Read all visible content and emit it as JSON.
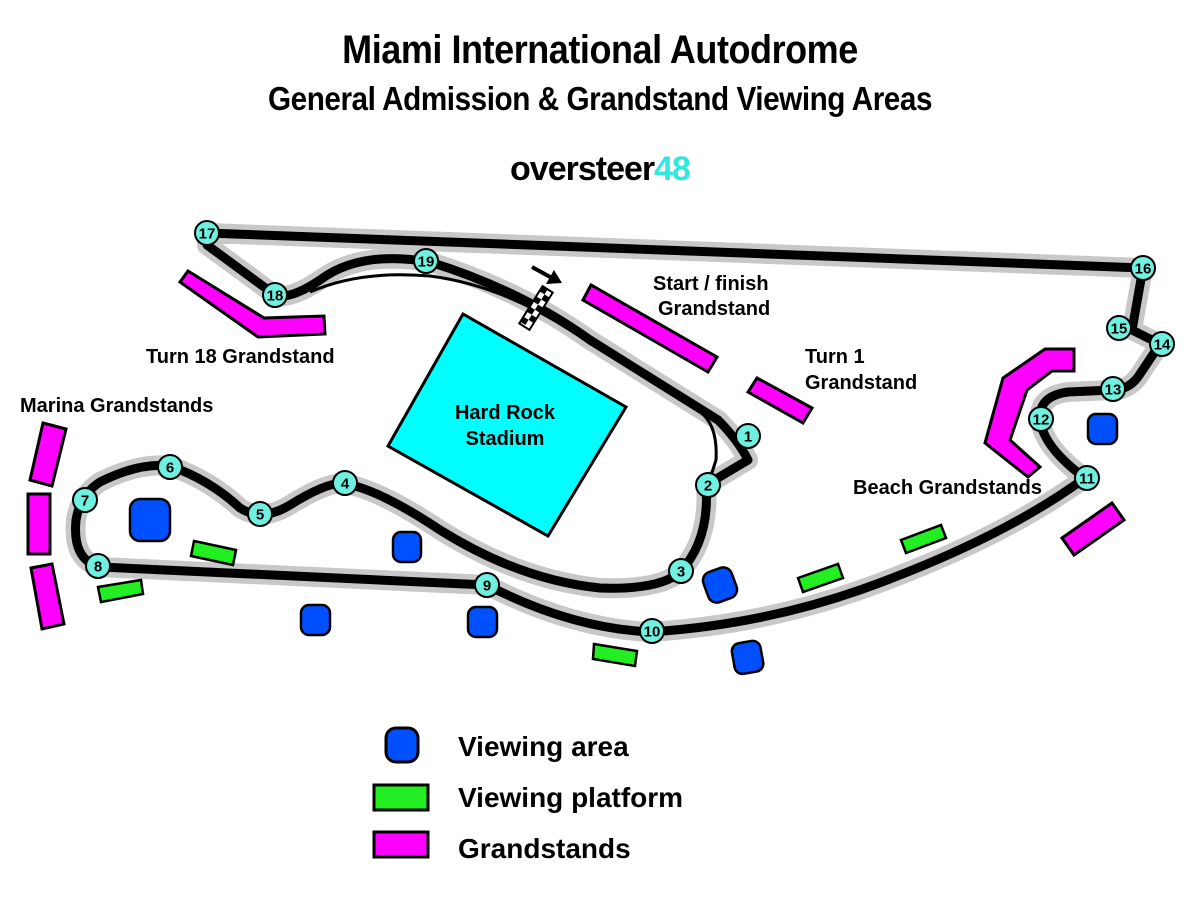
{
  "header": {
    "title": "Miami International Autodrome",
    "subtitle": "General Admission & Grandstand Viewing Areas",
    "logo_text": "oversteer",
    "logo_accent": "48"
  },
  "colors": {
    "track": "#000000",
    "track_runoff": "#c8c8c8",
    "turn_marker": "#6ff0e0",
    "stadium": "#00ffff",
    "viewing_area": "#0050ff",
    "viewing_platform": "#22ee22",
    "grandstand": "#ff00ff",
    "logo_accent": "#33e6e0"
  },
  "map": {
    "stadium_label": [
      "Hard Rock",
      "Stadium"
    ],
    "grandstand_labels": {
      "start_finish": [
        "Start / finish",
        "Grandstand"
      ],
      "turn1": [
        "Turn 1",
        "Grandstand"
      ],
      "turn18": "Turn 18 Grandstand",
      "marina": "Marina Grandstands",
      "beach": "Beach Grandstands"
    },
    "turns": [
      "1",
      "2",
      "3",
      "4",
      "5",
      "6",
      "7",
      "8",
      "9",
      "10",
      "11",
      "12",
      "13",
      "14",
      "15",
      "16",
      "17",
      "18",
      "19"
    ]
  },
  "legend": [
    {
      "label": "Viewing area",
      "type": "viewing_area"
    },
    {
      "label": "Viewing platform",
      "type": "viewing_platform"
    },
    {
      "label": "Grandstands",
      "type": "grandstand"
    }
  ]
}
